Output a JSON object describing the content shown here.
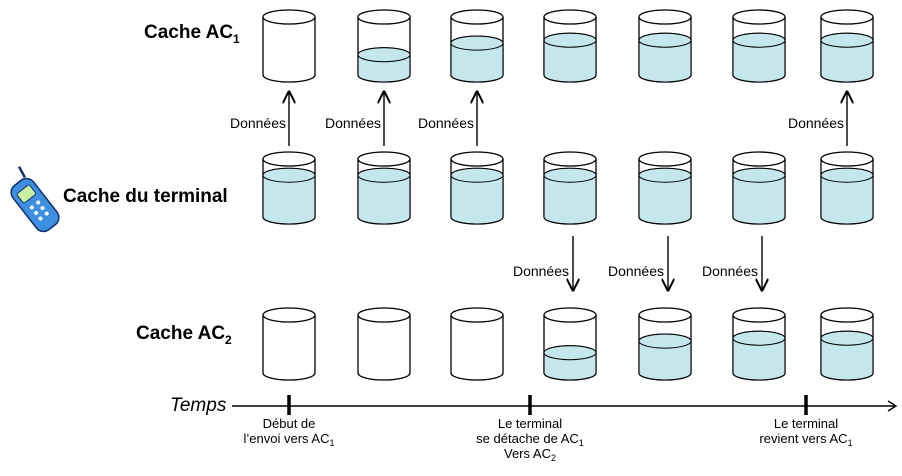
{
  "rows": {
    "ac1": {
      "label": "Cache AC",
      "sub": "1",
      "levels": [
        0,
        0.35,
        0.55,
        0.6,
        0.6,
        0.6,
        0.6
      ]
    },
    "terminal": {
      "label": "Cache du terminal",
      "levels": [
        0.72,
        0.72,
        0.72,
        0.72,
        0.72,
        0.72,
        0.72
      ]
    },
    "ac2": {
      "label": "Cache AC",
      "sub": "2",
      "levels": [
        0,
        0,
        0,
        0.35,
        0.55,
        0.6,
        0.6
      ]
    }
  },
  "transfers": {
    "label": "Données",
    "up_to_ac1": [
      0,
      1,
      2,
      6
    ],
    "down_to_ac2": [
      3,
      4,
      5
    ]
  },
  "timeline": {
    "label": "Temps",
    "events": [
      {
        "col": 0,
        "lines": [
          {
            "text": "Début de"
          },
          {
            "text": "l’envoi vers AC",
            "sub": "1"
          }
        ]
      },
      {
        "col": 3,
        "lines": [
          {
            "text": "Le terminal"
          },
          {
            "text": "se détache de AC",
            "sub": "1"
          },
          {
            "text": "Vers AC",
            "sub": "2"
          }
        ]
      },
      {
        "col": 6,
        "lines": [
          {
            "text": "Le terminal"
          },
          {
            "text": "revient vers AC",
            "sub": "1"
          }
        ]
      }
    ]
  },
  "colors": {
    "liquid": "#c5e6ec",
    "stroke": "#000000",
    "phone_body": "#3e8fe0",
    "phone_screen": "#c8f0a0"
  },
  "icons": {
    "terminal": "mobile-phone-icon"
  }
}
